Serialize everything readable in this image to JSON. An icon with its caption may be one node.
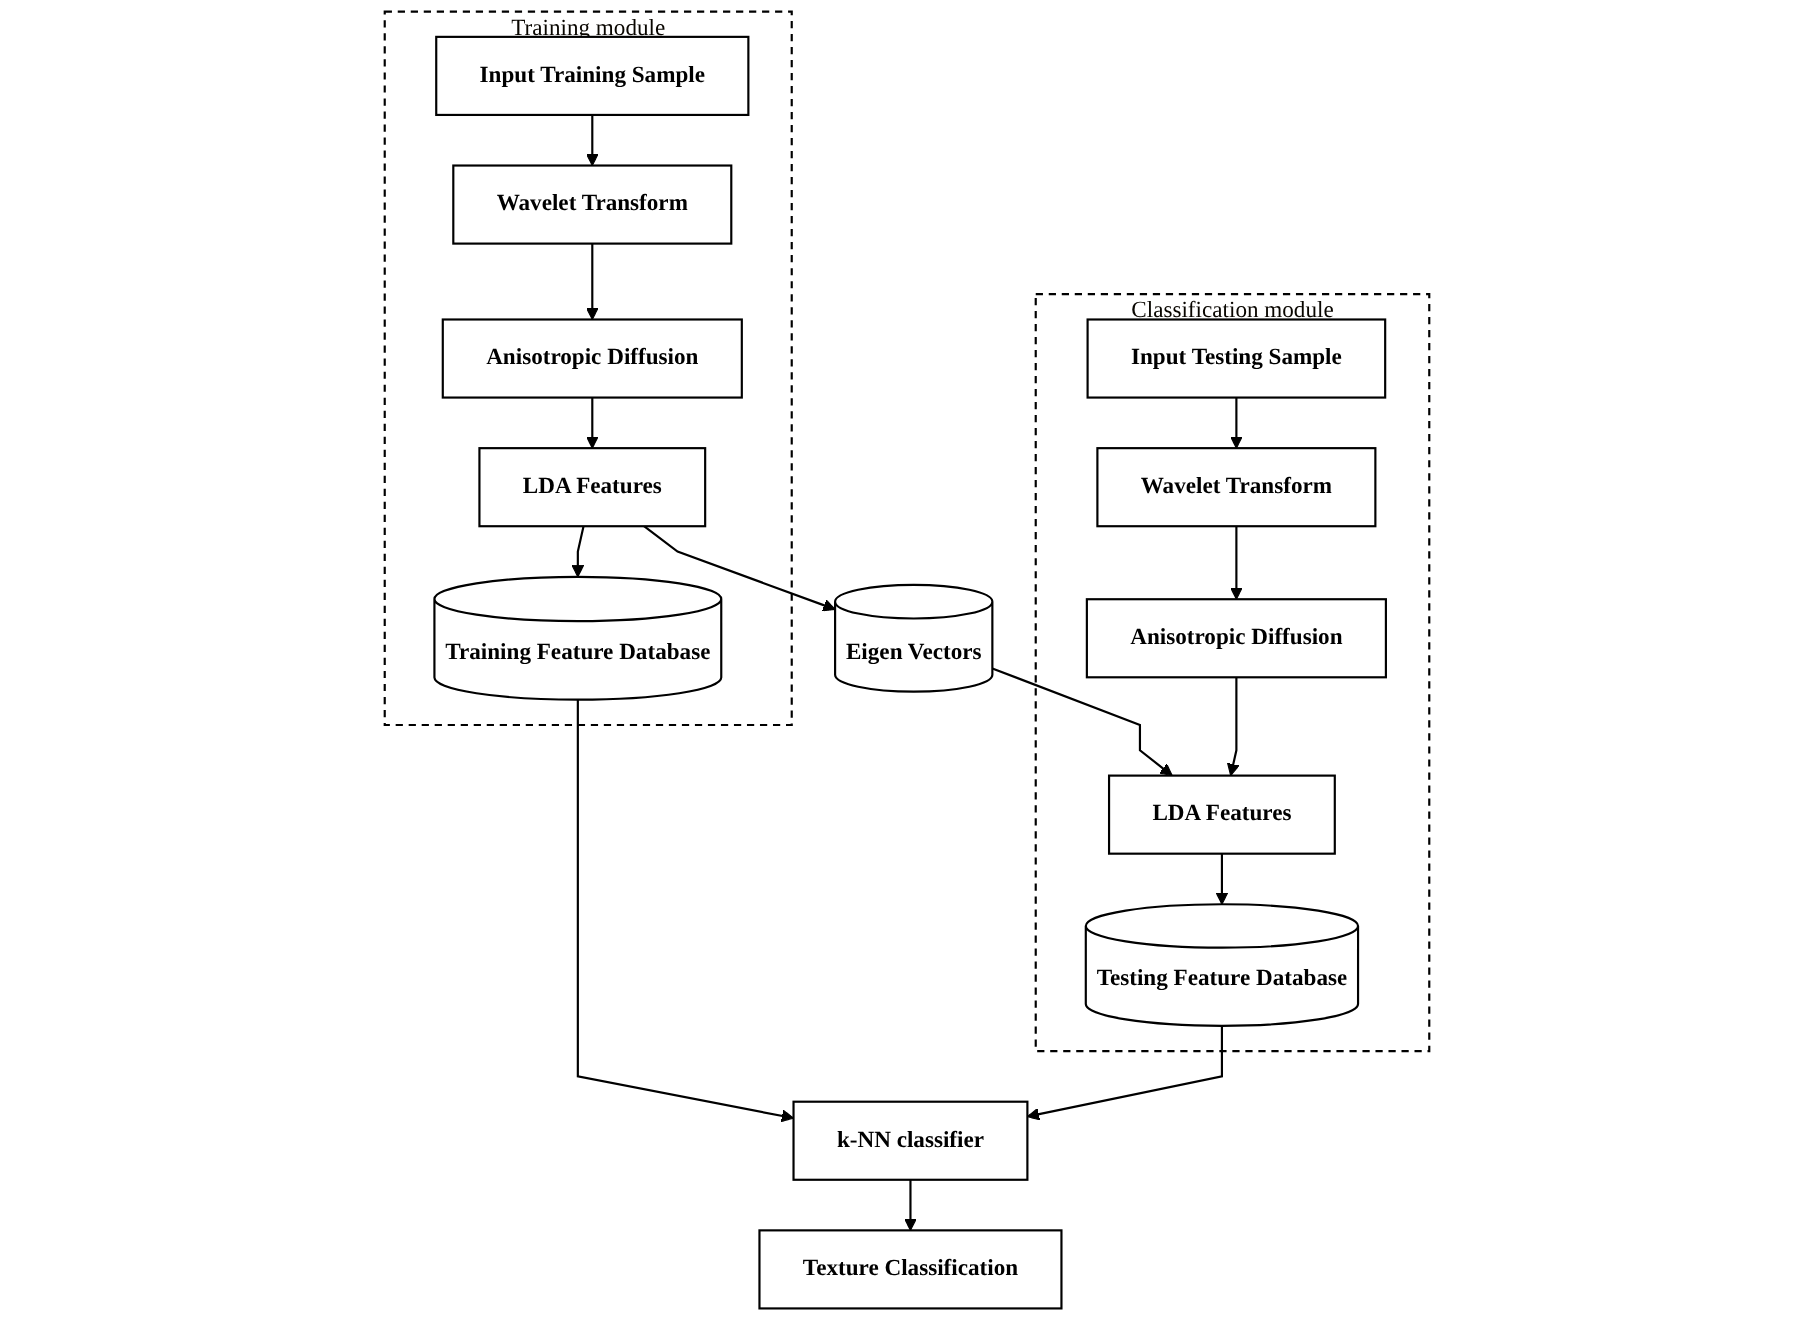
{
  "diagram": {
    "nodes": [
      {
        "text": [
          "Training module"
        ]
      },
      {
        "text": [
          "Input Training Sample"
        ],
        "in": 0
      },
      {
        "text": [
          "Wavelet Transform"
        ],
        "in": 0
      },
      {
        "text": [
          "Anisotropic Diffusion"
        ],
        "in": 0
      },
      {
        "text": [
          "LDA Features"
        ],
        "in": 0
      },
      {
        "text": [
          "Training Feature Database"
        ],
        "in": 0
      },
      {
        "text": [
          "Eigen Vectors"
        ]
      },
      {
        "text": [
          "Classification module"
        ]
      },
      {
        "text": [
          "Input Testing Sample"
        ],
        "in": 7
      },
      {
        "text": [
          "Wavelet Transform"
        ],
        "in": 7
      },
      {
        "text": [
          "Anisotropic Diffusion"
        ],
        "in": 7
      },
      {
        "text": [
          "LDA Features"
        ],
        "in": 7
      },
      {
        "text": [
          "Testing Feature Database"
        ],
        "in": 7
      },
      {
        "text": [
          "k-NN classifier"
        ]
      },
      {
        "text": [
          "Texture Classification"
        ]
      }
    ],
    "edges": [
      {
        "from": 1,
        "to": 2,
        "arrow": "to"
      },
      {
        "from": 2,
        "to": 3,
        "arrow": "to"
      },
      {
        "from": 3,
        "to": 4,
        "arrow": "to"
      },
      {
        "from": 4,
        "to": 5,
        "arrow": "to"
      },
      {
        "from": 4,
        "to": 6,
        "arrow": "to"
      },
      {
        "from": 6,
        "to": 11,
        "arrow": "to"
      },
      {
        "from": 8,
        "to": 9,
        "arrow": "to"
      },
      {
        "from": 9,
        "to": 10,
        "arrow": "to"
      },
      {
        "from": 10,
        "to": 11,
        "arrow": "to"
      },
      {
        "from": 11,
        "to": 12,
        "arrow": "to"
      },
      {
        "from": 5,
        "to": 13,
        "arrow": "to"
      },
      {
        "from": 12,
        "to": 13,
        "arrow": "to"
      },
      {
        "from": 13,
        "to": 14,
        "arrow": "to"
      }
    ]
  }
}
